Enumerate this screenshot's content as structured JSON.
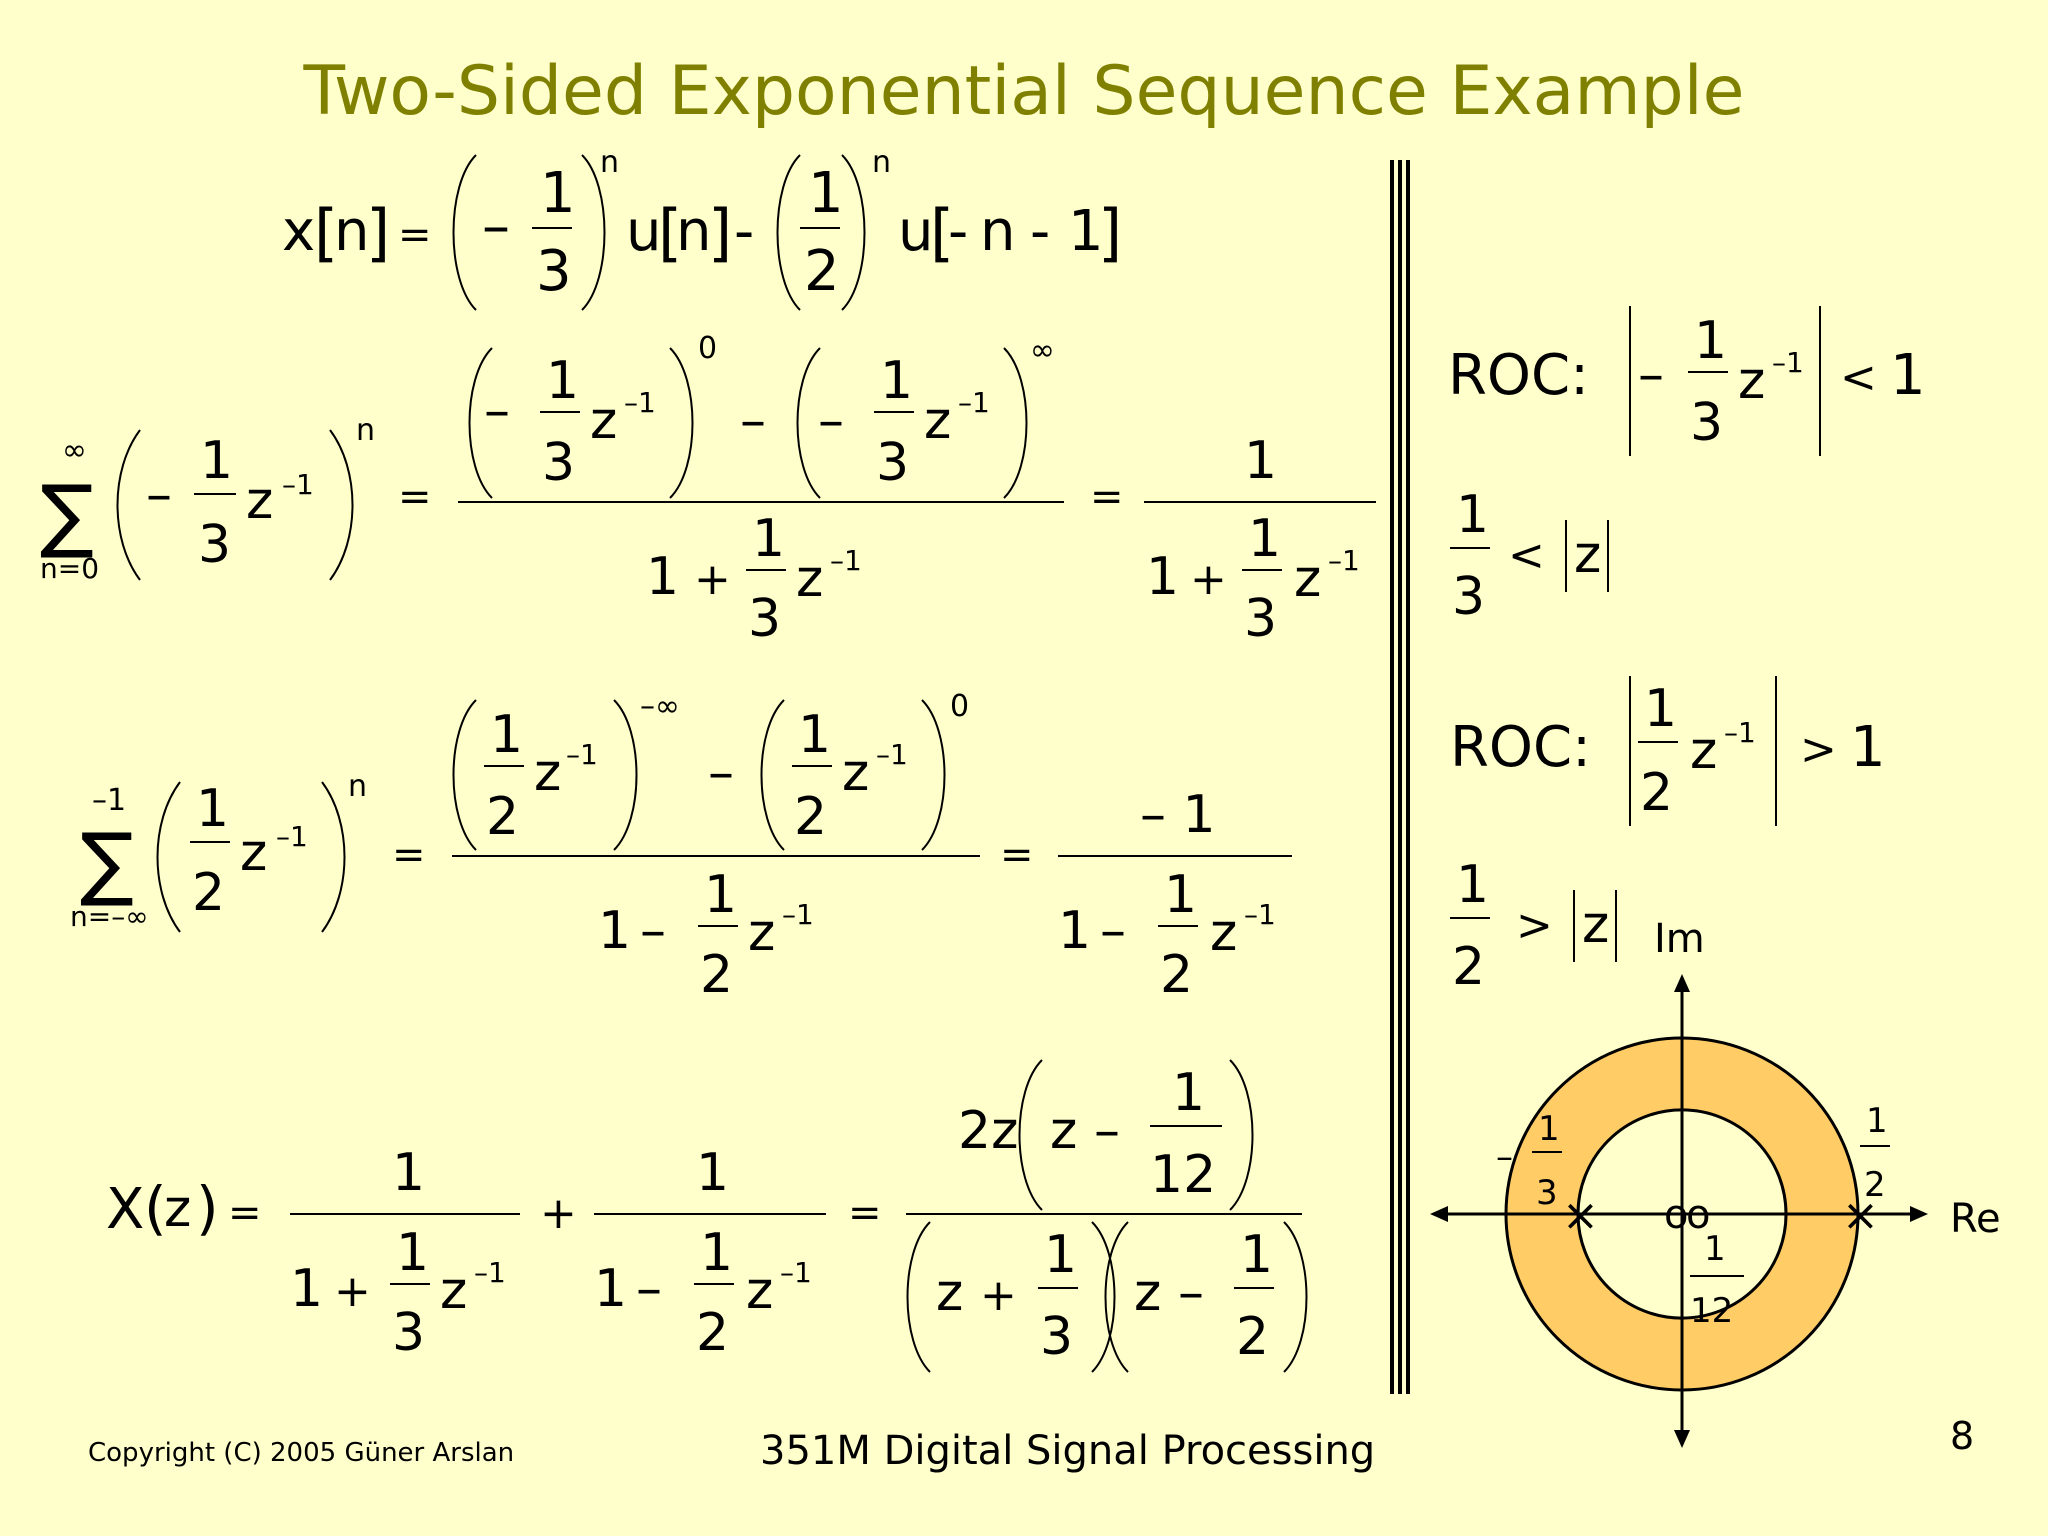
{
  "slide": {
    "title": "Two-Sided Exponential Sequence Example",
    "copyright": "Copyright (C) 2005 Güner Arslan",
    "course": "351M Digital Signal Processing",
    "page_number": "8"
  },
  "math": {
    "x": "x",
    "n": "n",
    "u": "u",
    "z": "z",
    "X": "X",
    "one": "1",
    "two": "2",
    "three": "3",
    "twelve": "12",
    "zero": "0",
    "minus": "–",
    "minus_ascii": "-",
    "plus": "+",
    "eq": "=",
    "lt": "<",
    "gt": ">",
    "inf": "∞",
    "neg_inf": "–∞",
    "neg_one_exp": "–1",
    "neg1": "– 1",
    "two_z": "2z",
    "sum": "∑",
    "n_eq_0": "n=0",
    "n_eq_neginf": "n=–∞",
    "lbr": "[",
    "rbr": "]",
    "lparen": "(",
    "rparen": ")",
    "roc": "ROC:",
    "bar": "|"
  },
  "pole_zero_plot": {
    "axis_re": "Re",
    "axis_im": "Im",
    "label_pole1_sign": "–",
    "label_pole1_num": "1",
    "label_pole1_den": "3",
    "label_pole2_num": "1",
    "label_pole2_den": "2",
    "label_zero_num": "1",
    "label_zero_den": "12",
    "pole_marker": "×",
    "zero_marker": "o",
    "ring_fill": "#ffcc66"
  }
}
